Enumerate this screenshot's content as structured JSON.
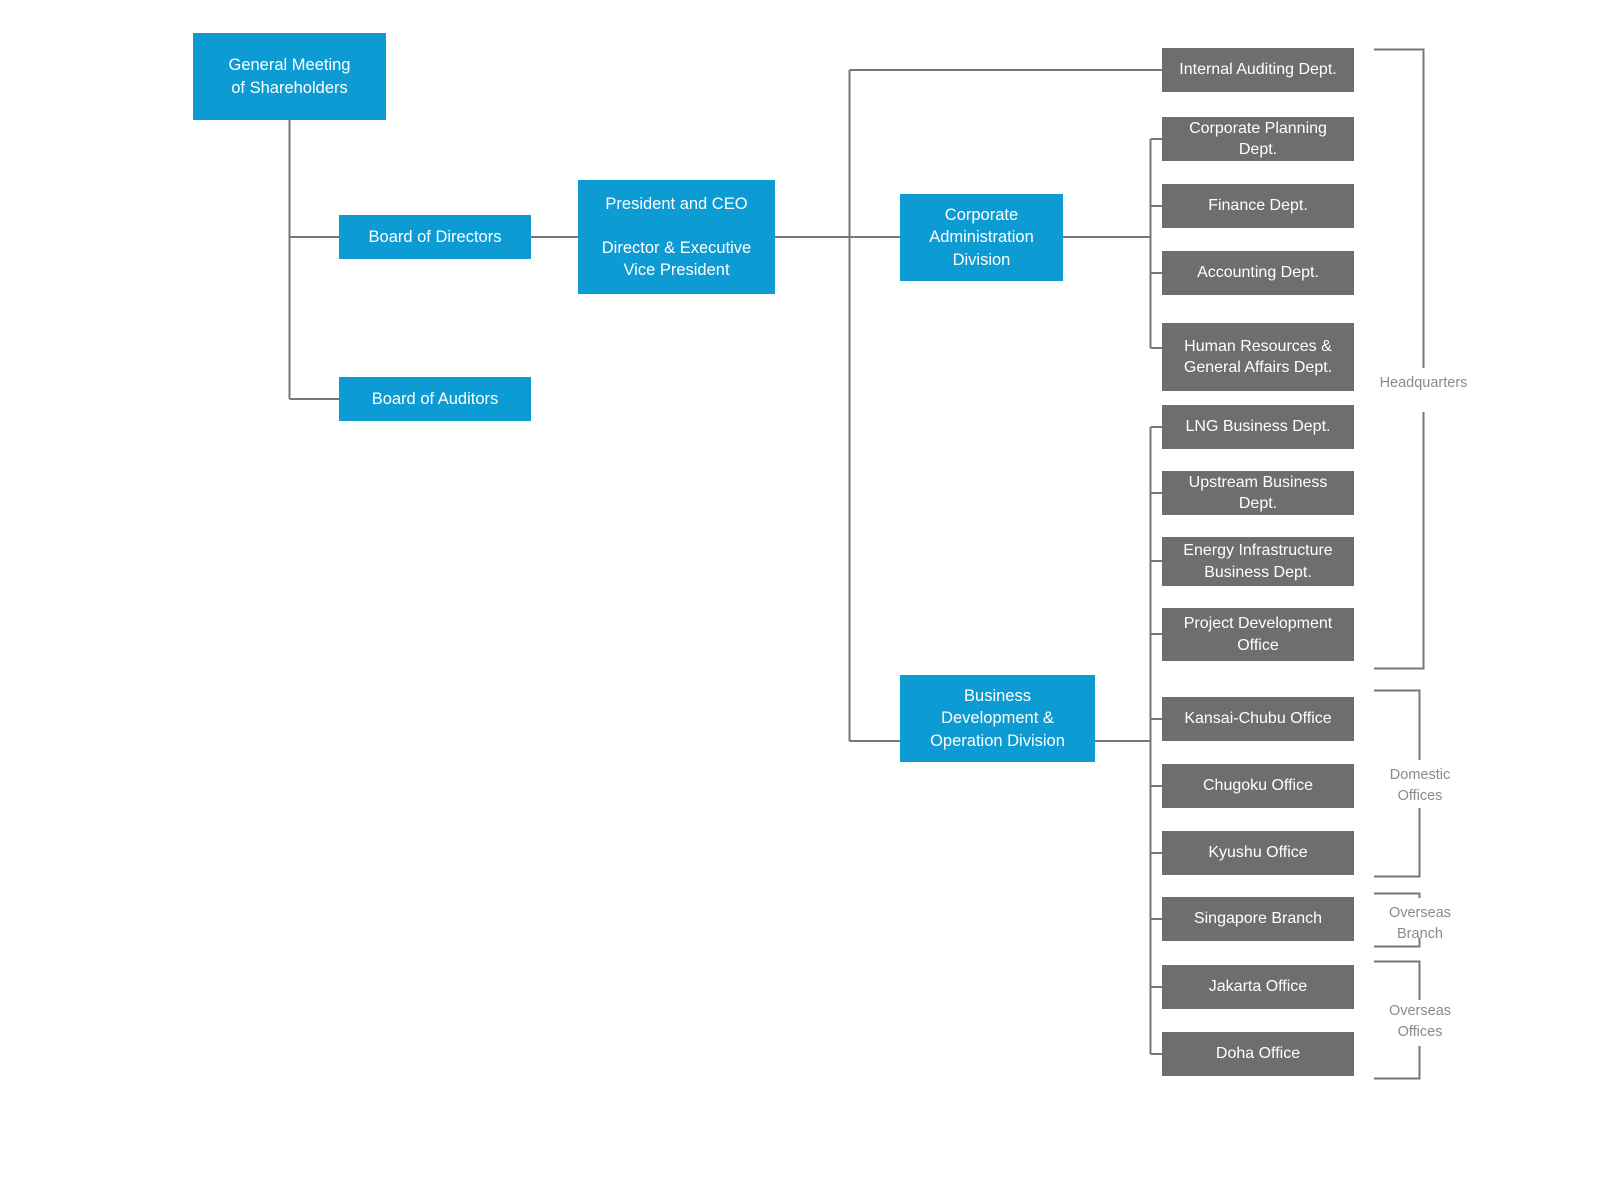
{
  "meta": {
    "title": "Corporate Organization Chart",
    "colors": {
      "accent_blue": "#0c9bd3",
      "node_gray": "#6e6e6e",
      "line_gray": "#777777",
      "label_gray": "#8a8a8a",
      "background": "#ffffff"
    }
  },
  "governance": {
    "shareholders": {
      "label": "General Meeting\nof Shareholders"
    },
    "board_of_directors": {
      "label": "Board of Directors"
    },
    "board_of_auditors": {
      "label": "Board of Auditors"
    },
    "president": {
      "label": "President and CEO\n\nDirector & Executive\nVice President"
    }
  },
  "divisions": [
    {
      "id": "corporate-administration-division",
      "label": "Corporate\nAdministration\nDivision"
    },
    {
      "id": "business-development-operation-division",
      "label": "Business\nDevelopment &\nOperation Division"
    }
  ],
  "units": [
    {
      "id": "internal-auditing-dept",
      "label": "Internal Auditing Dept."
    },
    {
      "id": "corporate-planning-dept",
      "label": "Corporate Planning Dept."
    },
    {
      "id": "finance-dept",
      "label": "Finance Dept."
    },
    {
      "id": "accounting-dept",
      "label": "Accounting Dept."
    },
    {
      "id": "human-resources-general-affairs-dept",
      "label": "Human Resources &\nGeneral Affairs Dept."
    },
    {
      "id": "lng-business-dept",
      "label": "LNG Business Dept."
    },
    {
      "id": "upstream-business-dept",
      "label": "Upstream Business Dept."
    },
    {
      "id": "energy-infrastructure-business-dept",
      "label": "Energy Infrastructure\nBusiness Dept."
    },
    {
      "id": "project-development-office",
      "label": "Project Development\nOffice"
    },
    {
      "id": "kansai-chubu-office",
      "label": "Kansai-Chubu Office"
    },
    {
      "id": "chugoku-office",
      "label": "Chugoku Office"
    },
    {
      "id": "kyushu-office",
      "label": "Kyushu Office"
    },
    {
      "id": "singapore-branch",
      "label": "Singapore Branch"
    },
    {
      "id": "jakarta-office",
      "label": "Jakarta Office"
    },
    {
      "id": "doha-office",
      "label": "Doha Office"
    }
  ],
  "groupings": [
    {
      "id": "headquarters",
      "label": "Headquarters"
    },
    {
      "id": "domestic-offices",
      "label": "Domestic\nOffices"
    },
    {
      "id": "overseas-branch",
      "label": "Overseas\nBranch"
    },
    {
      "id": "overseas-offices",
      "label": "Overseas\nOffices"
    }
  ]
}
